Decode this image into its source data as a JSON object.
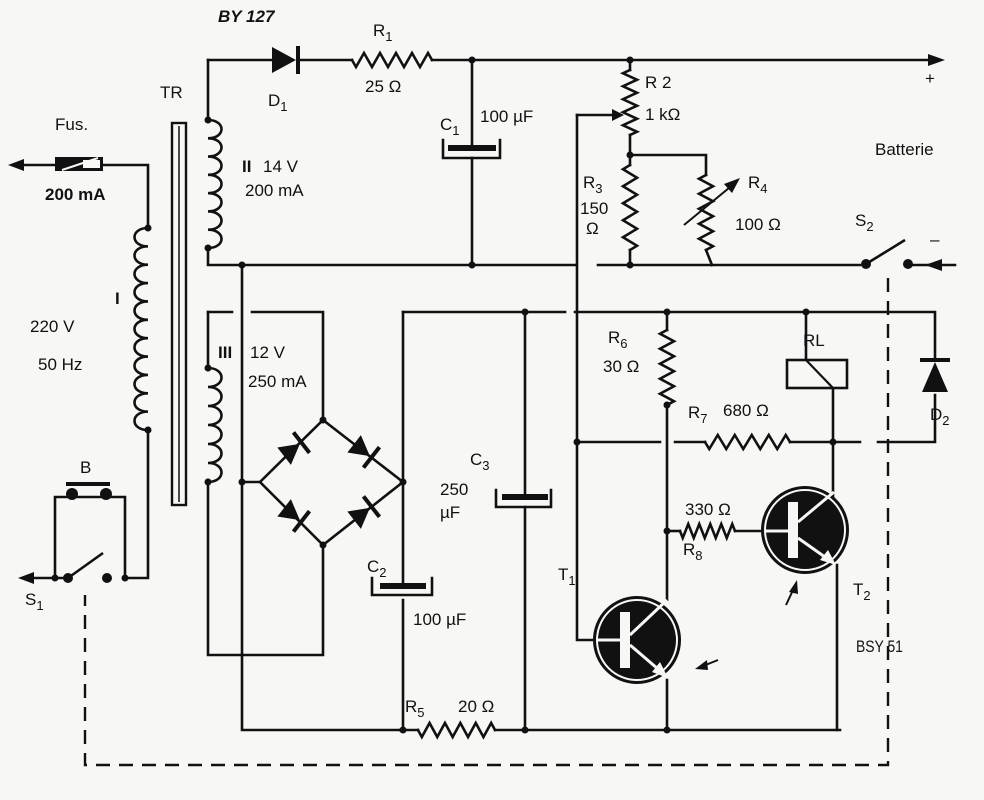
{
  "diagram": {
    "type": "electronic-schematic",
    "subject": "battery charger with automatic cutoff",
    "components": {
      "fuse": {
        "label": "Fus.",
        "value": "200 mA"
      },
      "transformer": {
        "label": "TR"
      },
      "primary": {
        "label": "I",
        "voltage": "220 V",
        "frequency": "50 Hz"
      },
      "secondary2": {
        "label": "II",
        "voltage": "14 V",
        "current": "200 mA"
      },
      "secondary3": {
        "label": "III",
        "voltage": "12 V",
        "current": "250 mA"
      },
      "d1": {
        "label": "D",
        "sub": "1",
        "part": "BY 127"
      },
      "r1": {
        "label": "R",
        "sub": "1",
        "value": "25 Ω"
      },
      "c1": {
        "label": "C",
        "sub": "1",
        "value": "100 µF"
      },
      "r2": {
        "label": "R 2",
        "value": "1 kΩ"
      },
      "r3": {
        "label": "R",
        "sub": "3",
        "value1": "150",
        "value2": "Ω"
      },
      "r4": {
        "label": "R",
        "sub": "4",
        "value": "100 Ω"
      },
      "battery": {
        "label": "Batterie",
        "plus": "+",
        "minus": "–"
      },
      "s2": {
        "label": "S",
        "sub": "2"
      },
      "s1": {
        "label": "S",
        "sub": "1"
      },
      "b": {
        "label": "B"
      },
      "c2": {
        "label": "C",
        "sub": "2",
        "value": "100 µF"
      },
      "c3": {
        "label": "C",
        "sub": "3",
        "value1": "250",
        "value2": "µF"
      },
      "r5": {
        "label": "R",
        "sub": "5",
        "value": "20 Ω"
      },
      "r6": {
        "label": "R",
        "sub": "6",
        "value": "30 Ω"
      },
      "r7": {
        "label": "R",
        "sub": "7",
        "value": "680 Ω"
      },
      "r8": {
        "label": "R",
        "sub": "8",
        "value": "330 Ω"
      },
      "rl": {
        "label": "RL"
      },
      "d2": {
        "label": "D",
        "sub": "2"
      },
      "t1": {
        "label": "T",
        "sub": "1"
      },
      "t2": {
        "label": "T",
        "sub": "2"
      },
      "transistor_type": "BSY 51"
    }
  }
}
